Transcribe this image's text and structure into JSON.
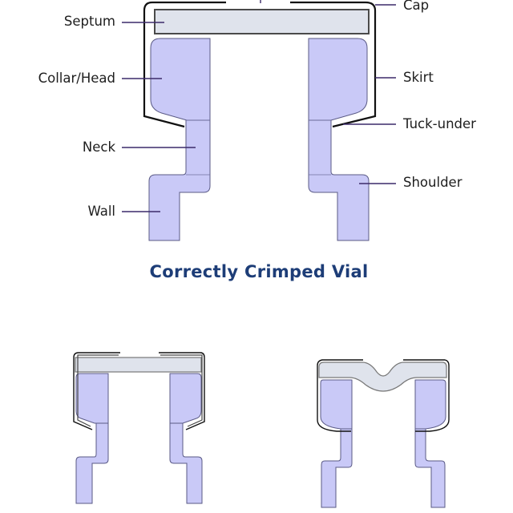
{
  "diagram": {
    "title": "Correctly Crimped Vial",
    "labels": {
      "cap": "Cap",
      "septum": "Septum",
      "collar": "Collar/Head",
      "skirt": "Skirt",
      "neck": "Neck",
      "tuck_under": "Tuck-under",
      "shoulder": "Shoulder",
      "wall": "Wall"
    },
    "colors": {
      "glass": "#c9c9f7",
      "septum": "#dfe3ec",
      "title": "#1d3d77"
    }
  }
}
